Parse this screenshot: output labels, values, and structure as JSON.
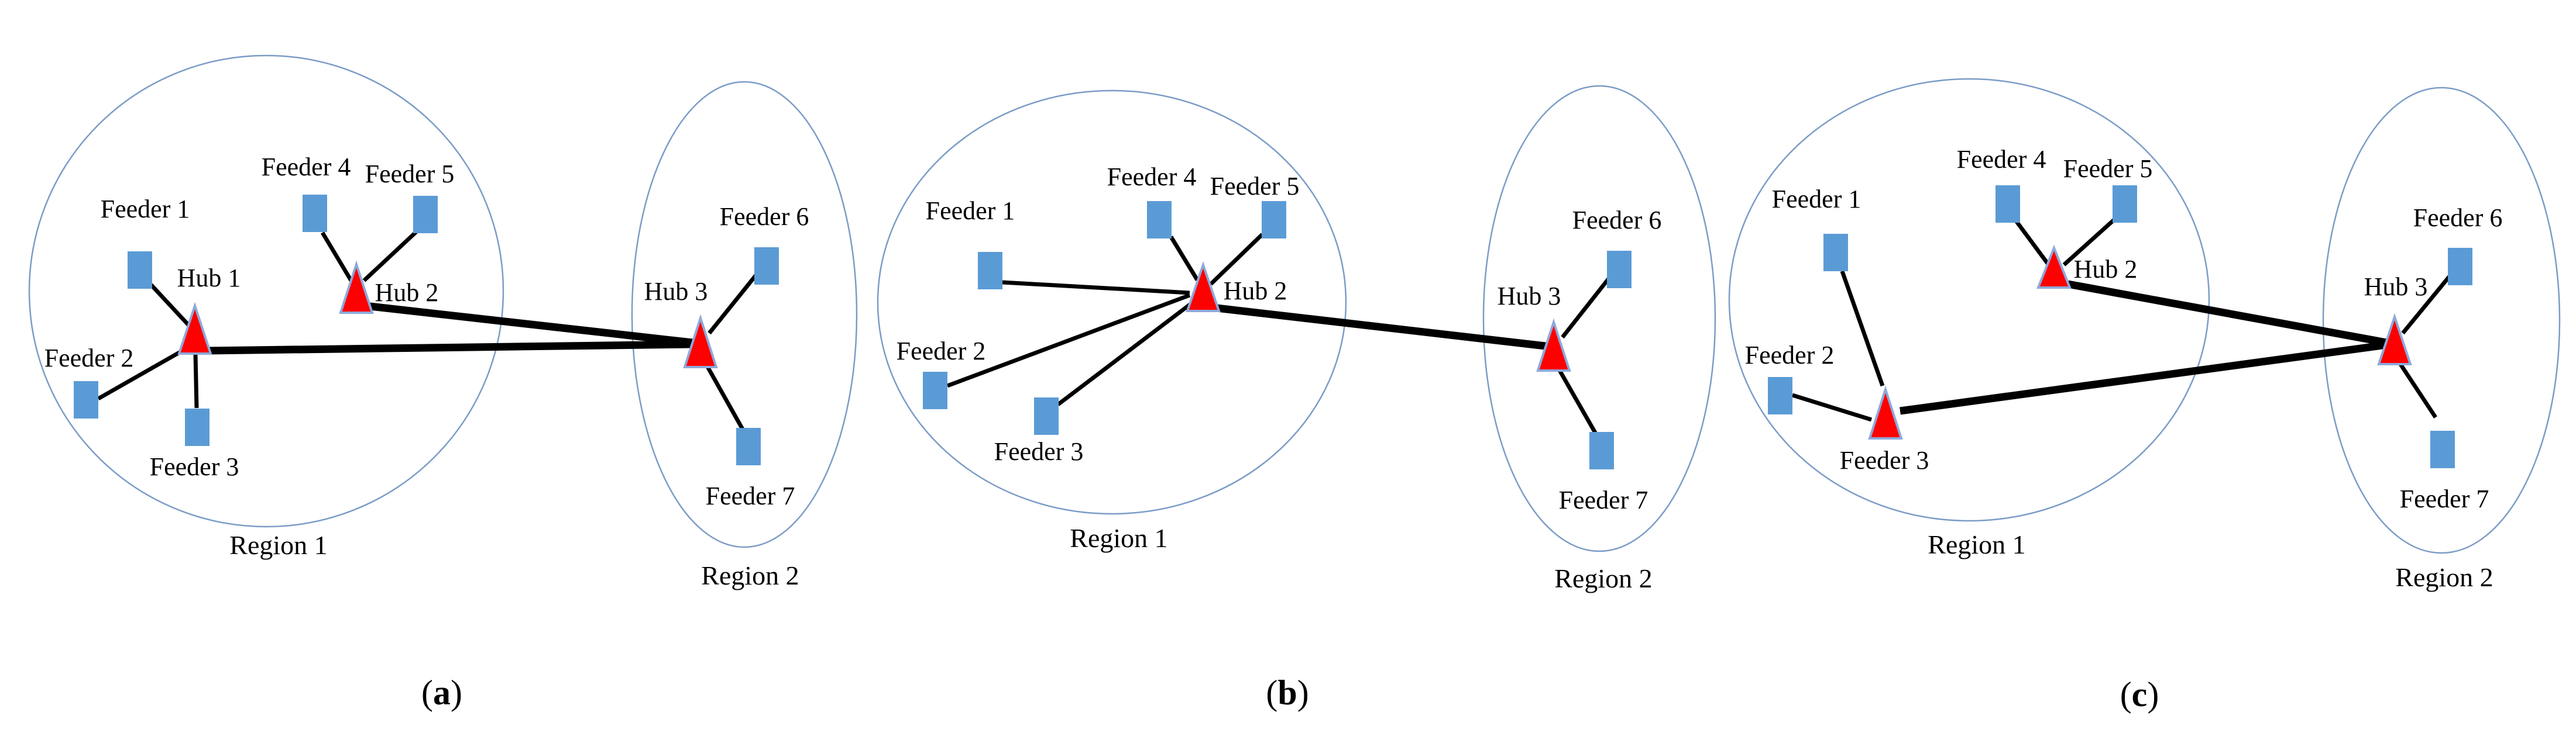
{
  "figure": {
    "background": "#ffffff",
    "glyphs": {
      "feeder": "blue-square-icon",
      "hub": "red-triangle-icon",
      "region_boundary": "light-blue-ellipse-outline"
    },
    "colors": {
      "feeder_fill": "#5b9bd5",
      "hub_fill": "#ff0000",
      "hub_outline": "#8ea9db",
      "region_outline": "#7b9cc6",
      "edge": "#000000",
      "text": "#000000"
    }
  },
  "panels": [
    {
      "caption": {
        "open": "(",
        "letter": "a",
        "close": ")"
      },
      "labels": {
        "feeder1": "Feeder 1",
        "feeder2": "Feeder 2",
        "feeder3": "Feeder 3",
        "feeder4": "Feeder 4",
        "feeder5": "Feeder 5",
        "feeder6": "Feeder 6",
        "feeder7": "Feeder 7",
        "hub1": "Hub 1",
        "hub2": "Hub 2",
        "hub3": "Hub 3",
        "region1": "Region 1",
        "region2": "Region 2"
      },
      "triangle_nodes": [
        "Hub 1",
        "Hub 2",
        "Hub 3"
      ],
      "square_nodes": [
        "Feeder 1",
        "Feeder 2",
        "Feeder 3",
        "Feeder 4",
        "Feeder 5",
        "Feeder 6",
        "Feeder 7"
      ],
      "edges": [
        {
          "from": "Feeder 1",
          "to": "Hub 1",
          "weight": "thin"
        },
        {
          "from": "Feeder 2",
          "to": "Hub 1",
          "weight": "thin"
        },
        {
          "from": "Feeder 3",
          "to": "Hub 1",
          "weight": "thin"
        },
        {
          "from": "Feeder 4",
          "to": "Hub 2",
          "weight": "thin"
        },
        {
          "from": "Feeder 5",
          "to": "Hub 2",
          "weight": "thin"
        },
        {
          "from": "Hub 1",
          "to": "Hub 3",
          "weight": "thick"
        },
        {
          "from": "Hub 2",
          "to": "Hub 3",
          "weight": "thick"
        },
        {
          "from": "Hub 3",
          "to": "Feeder 6",
          "weight": "thin"
        },
        {
          "from": "Hub 3",
          "to": "Feeder 7",
          "weight": "thin"
        }
      ]
    },
    {
      "caption": {
        "open": "(",
        "letter": "b",
        "close": ")"
      },
      "labels": {
        "feeder1": "Feeder 1",
        "feeder2": "Feeder 2",
        "feeder3": "Feeder 3",
        "feeder4": "Feeder 4",
        "feeder5": "Feeder 5",
        "feeder6": "Feeder 6",
        "feeder7": "Feeder 7",
        "hub2": "Hub 2",
        "hub3": "Hub 3",
        "region1": "Region 1",
        "region2": "Region 2"
      },
      "triangle_nodes": [
        "Hub 2",
        "Hub 3"
      ],
      "square_nodes": [
        "Feeder 1",
        "Feeder 2",
        "Feeder 3",
        "Feeder 4",
        "Feeder 5",
        "Feeder 6",
        "Feeder 7"
      ],
      "edges": [
        {
          "from": "Feeder 1",
          "to": "Hub 2",
          "weight": "thin"
        },
        {
          "from": "Feeder 2",
          "to": "Hub 2",
          "weight": "thin"
        },
        {
          "from": "Feeder 3",
          "to": "Hub 2",
          "weight": "thin"
        },
        {
          "from": "Feeder 4",
          "to": "Hub 2",
          "weight": "thin"
        },
        {
          "from": "Feeder 5",
          "to": "Hub 2",
          "weight": "thin"
        },
        {
          "from": "Hub 2",
          "to": "Hub 3",
          "weight": "thick"
        },
        {
          "from": "Hub 3",
          "to": "Feeder 6",
          "weight": "thin"
        },
        {
          "from": "Hub 3",
          "to": "Feeder 7",
          "weight": "thin"
        }
      ]
    },
    {
      "caption": {
        "open": "(",
        "letter": "c",
        "close": ")"
      },
      "labels": {
        "feeder1": "Feeder 1",
        "feeder2": "Feeder 2",
        "feeder3": "Feeder 3",
        "feeder4": "Feeder 4",
        "feeder5": "Feeder 5",
        "feeder6": "Feeder 6",
        "feeder7": "Feeder 7",
        "hub2": "Hub 2",
        "hub3": "Hub 3",
        "region1": "Region 1",
        "region2": "Region 2"
      },
      "triangle_nodes": [
        "Feeder 3",
        "Hub 2",
        "Hub 3"
      ],
      "square_nodes": [
        "Feeder 1",
        "Feeder 2",
        "Feeder 4",
        "Feeder 5",
        "Feeder 6",
        "Feeder 7"
      ],
      "edges": [
        {
          "from": "Feeder 1",
          "to": "Feeder 3",
          "weight": "thin"
        },
        {
          "from": "Feeder 2",
          "to": "Feeder 3",
          "weight": "thin"
        },
        {
          "from": "Feeder 4",
          "to": "Hub 2",
          "weight": "thin"
        },
        {
          "from": "Feeder 5",
          "to": "Hub 2",
          "weight": "thin"
        },
        {
          "from": "Feeder 3",
          "to": "Hub 3",
          "weight": "thick"
        },
        {
          "from": "Hub 2",
          "to": "Hub 3",
          "weight": "thick"
        },
        {
          "from": "Hub 3",
          "to": "Feeder 6",
          "weight": "thin"
        },
        {
          "from": "Hub 3",
          "to": "Feeder 7",
          "weight": "thin"
        }
      ]
    }
  ]
}
